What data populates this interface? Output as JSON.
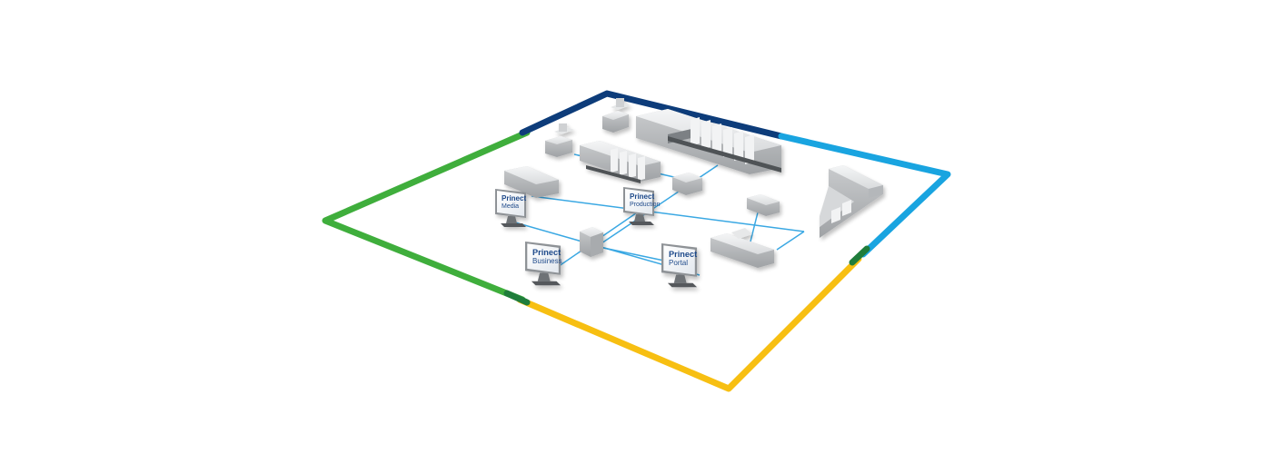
{
  "border": {
    "colors": {
      "green": "#3fae3c",
      "dark_blue": "#0d3c7a",
      "light_blue": "#19a4e0",
      "yellow": "#f7bf12",
      "overlap_green": "#1f7d3b"
    }
  },
  "network": {
    "line_color": "#3aa8e3"
  },
  "monitors": [
    {
      "id": "media",
      "title": "Prinect",
      "subtitle": "Media"
    },
    {
      "id": "production",
      "title": "Prinect",
      "subtitle": "Production"
    },
    {
      "id": "business",
      "title": "Prinect",
      "subtitle": "Business"
    },
    {
      "id": "portal",
      "title": "Prinect",
      "subtitle": "Portal"
    }
  ],
  "devices": [
    {
      "id": "ctp-top",
      "icon": "platesetter-icon"
    },
    {
      "id": "large-press",
      "icon": "printing-press-icon"
    },
    {
      "id": "ctp-left",
      "icon": "platesetter-icon"
    },
    {
      "id": "medium-press",
      "icon": "printing-press-icon"
    },
    {
      "id": "folder",
      "icon": "folding-machine-icon"
    },
    {
      "id": "small-device",
      "icon": "device-icon"
    },
    {
      "id": "server",
      "icon": "server-icon"
    },
    {
      "id": "cutter",
      "icon": "cutter-icon"
    },
    {
      "id": "binder",
      "icon": "binding-machine-icon"
    },
    {
      "id": "stitcher",
      "icon": "stitcher-icon"
    }
  ]
}
